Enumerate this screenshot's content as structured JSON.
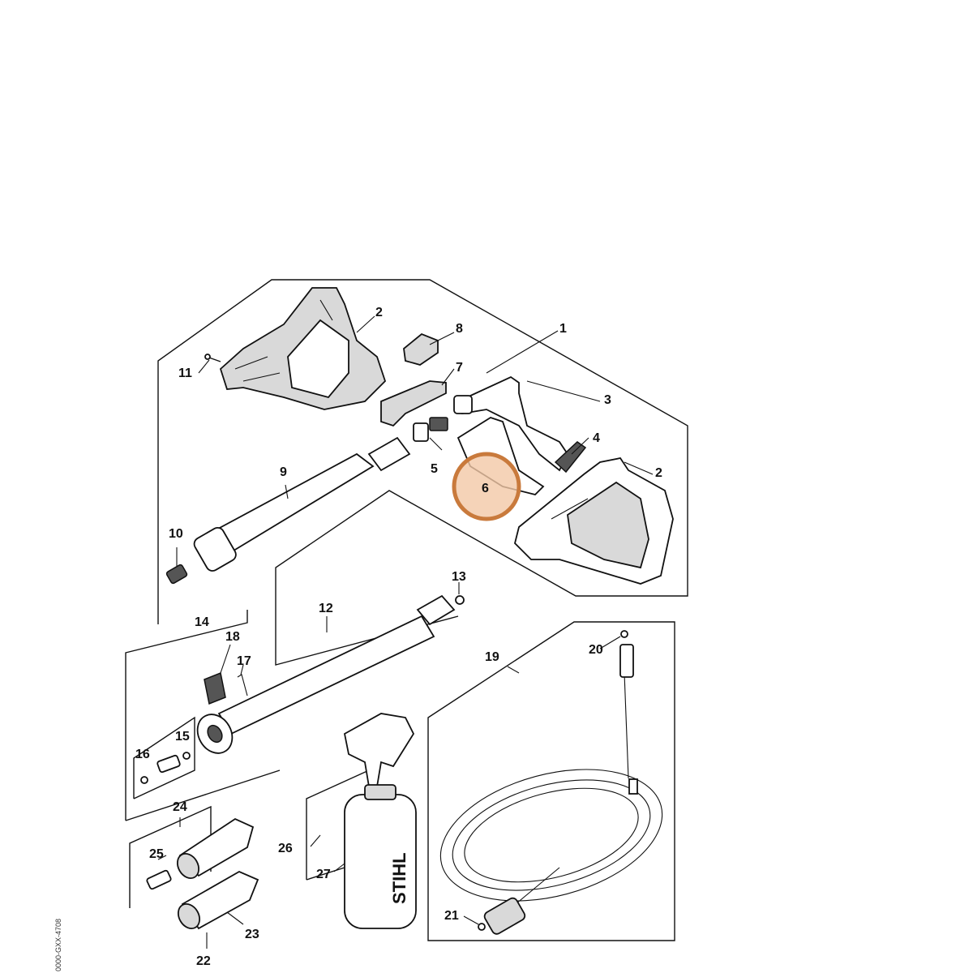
{
  "diagram": {
    "callouts": [
      "1",
      "2",
      "2",
      "3",
      "4",
      "5",
      "6",
      "7",
      "8",
      "9",
      "10",
      "11",
      "12",
      "13",
      "14",
      "15",
      "16",
      "17",
      "18",
      "19",
      "20",
      "21",
      "22",
      "23",
      "24",
      "25",
      "26",
      "27"
    ],
    "highlight": {
      "label": "6",
      "fill": "#f3c8a6",
      "stroke": "#c97a3c"
    },
    "brand_text": "STIHL",
    "document_ref": "0000-GXX-4708"
  }
}
